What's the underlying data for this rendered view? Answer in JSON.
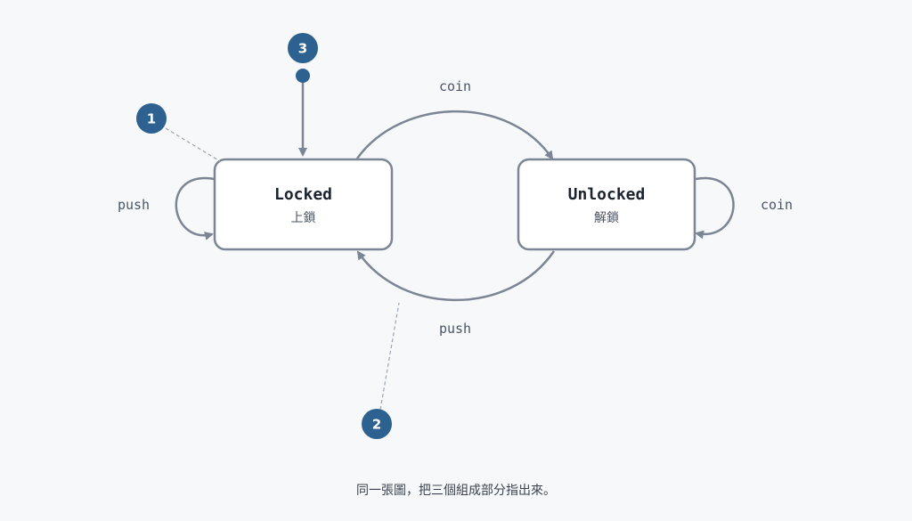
{
  "states": {
    "locked": {
      "name": "Locked",
      "subtitle": "上鎖"
    },
    "unlocked": {
      "name": "Unlocked",
      "subtitle": "解鎖"
    }
  },
  "transitions": {
    "locked_to_unlocked": "coin",
    "unlocked_to_locked": "push",
    "locked_self": "push",
    "unlocked_self": "coin"
  },
  "callouts": {
    "one": "1",
    "two": "2",
    "three": "3"
  },
  "caption": "同一張圖，把三個組成部分指出來。",
  "colors": {
    "badge": "#2c6190",
    "edge": "#7b8594",
    "background": "#f7f8fa"
  }
}
